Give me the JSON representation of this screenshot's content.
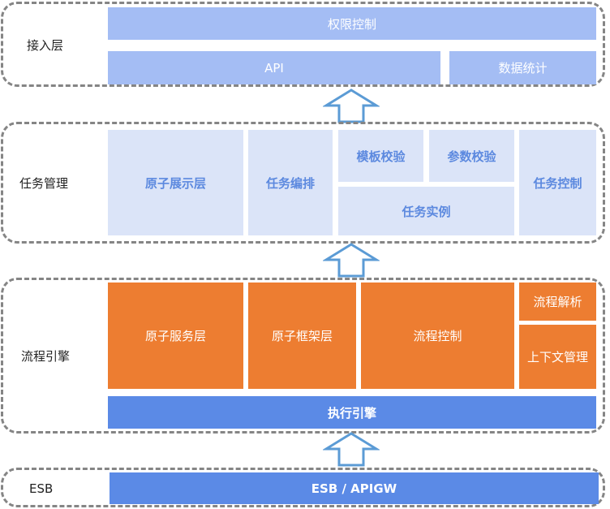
{
  "layers": {
    "access": {
      "label": "接入层",
      "permission": "权限控制",
      "api": "API",
      "stats": "数据统计"
    },
    "task": {
      "label": "任务管理",
      "atom_display": "原子展示层",
      "orchestration": "任务编排",
      "template_check": "模板校验",
      "param_check": "参数校验",
      "instance": "任务实例",
      "control": "任务控制"
    },
    "flow": {
      "label": "流程引擎",
      "atom_service": "原子服务层",
      "atom_framework": "原子框架层",
      "flow_control": "流程控制",
      "flow_parse": "流程解析",
      "context_mgmt": "上下文管理",
      "exec_engine": "执行引擎"
    },
    "esb": {
      "label": "ESB",
      "gateway": "ESB / APIGW"
    }
  },
  "colors": {
    "access_box": "#a4bdf4",
    "task_box": "#dbe4f8",
    "task_text": "#5c89df",
    "flow_box": "#ed7d31",
    "exec_box": "#5b8ae6",
    "arrow_stroke": "#5b9bd5",
    "dashed_border": "#858585"
  }
}
